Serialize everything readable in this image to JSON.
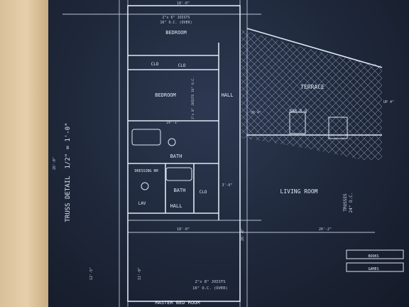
{
  "rooms": {
    "bedroom_top": "BEDROOM",
    "bedroom_mid": "BEDROOM",
    "bath_upper": "BATH",
    "bath_lower": "BATH",
    "dressing_room": "DRESSING RM",
    "hall_upper": "HALL",
    "hall_lower": "HALL",
    "clo_1": "CLO",
    "clo_2": "CLO",
    "clo_3": "CLO",
    "terrace": "TERRACE",
    "bar_b_q": "BAR-B-Q",
    "living_room": "LIVING ROOM",
    "master_bed_room": "MASTER BED ROOM",
    "books": "BOOKS",
    "games": "GAMES",
    "lav": "LAV"
  },
  "notes": {
    "joists_top": "2\"x 6\" JOISTS",
    "joists_top_oc": "16\" O.C. (OVER)",
    "joists_mid": "2\"x 8\" JOISTS 16\" O.C.",
    "joists_bottom": "2\"x 8\" JOISTS",
    "joists_bottom_oc": "16\" O.C. (OVER)",
    "trusses": "TRUSSES",
    "trusses_oc": "24\" O.C.",
    "truss_detail": "TRUSS DETAIL",
    "truss_scale": "1/2\" = 1'-0\"",
    "up_left": "UP 4\"",
    "up_right": "UP 4\""
  },
  "dimensions": {
    "top": "18'-0\"",
    "bath_width": "14'-1\"",
    "mid_width": "18'-0\"",
    "living_width": "26'-2\"",
    "left_26": "26'-0\"",
    "left_12": "12'-5\"",
    "left_11": "11'-0\"",
    "vert_26": "26'-0\"",
    "hall_3": "3'-6\""
  }
}
